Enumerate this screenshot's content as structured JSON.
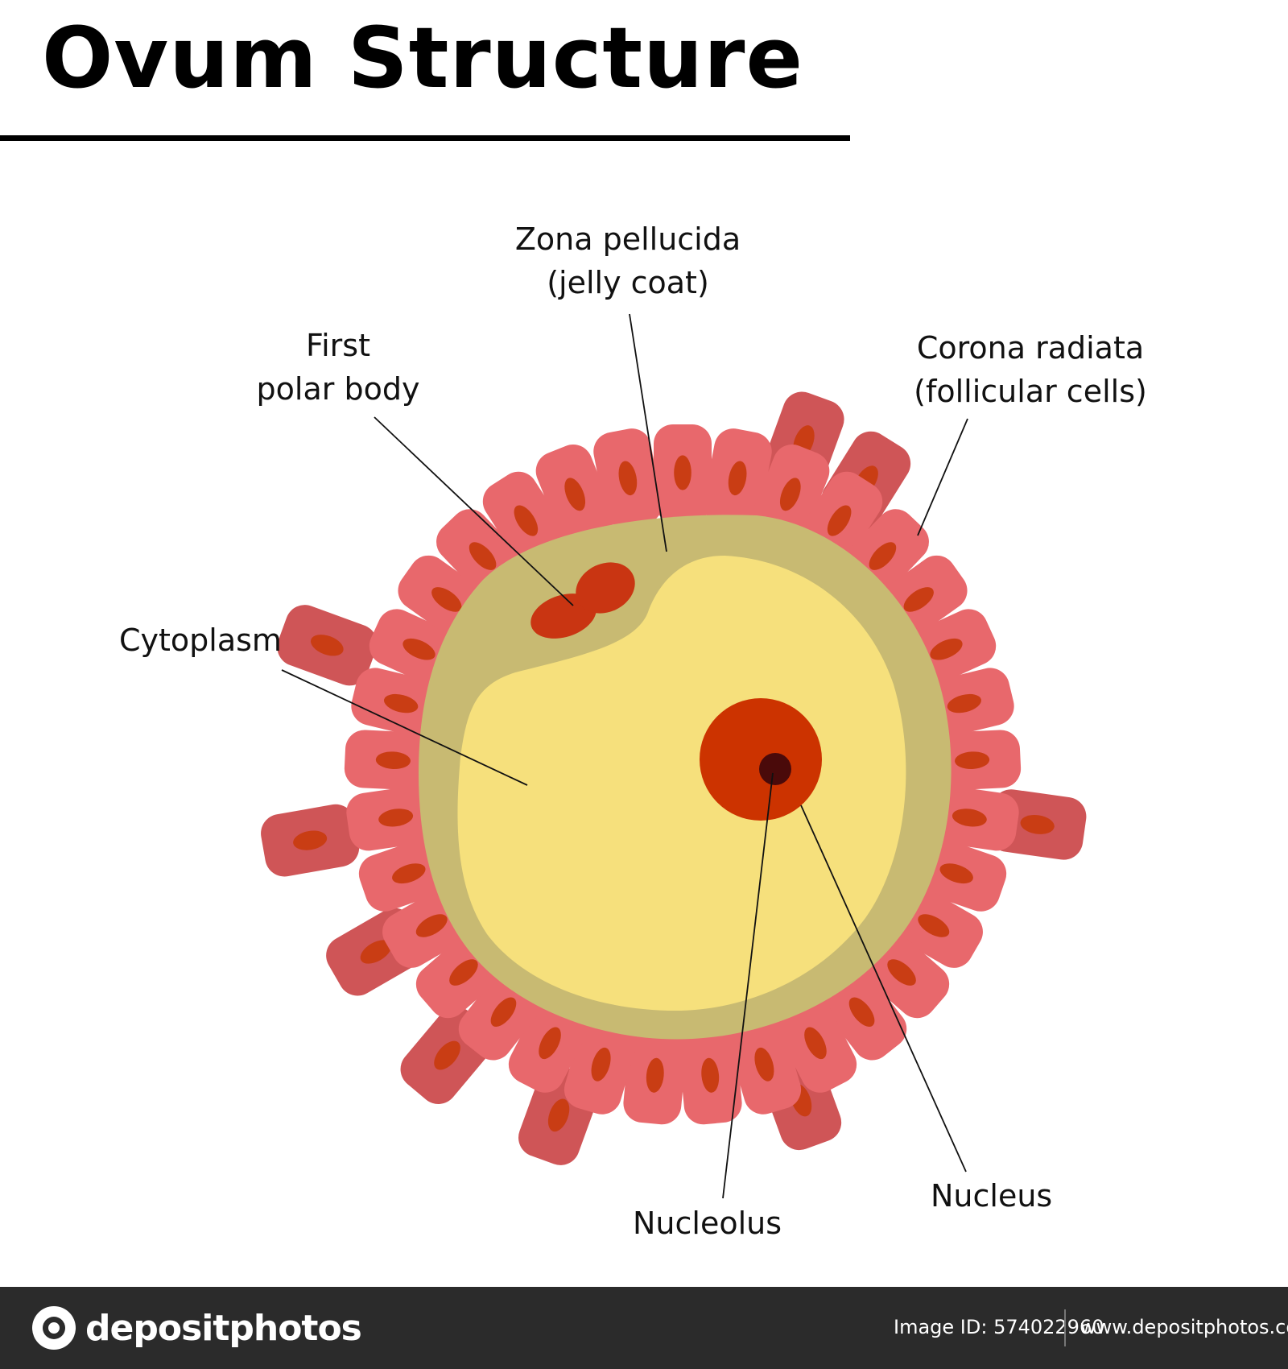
{
  "title": "Ovum Structure",
  "labels": {
    "zona_pellucida_1": "Zona pellucida",
    "zona_pellucida_2": "(jelly coat)",
    "polar_body_1": "First",
    "polar_body_2": "polar body",
    "corona_1": "Corona radiata",
    "corona_2": "(follicular cells)",
    "cytoplasm": "Cytoplasm",
    "nucleolus": "Nucleolus",
    "nucleus": "Nucleus"
  },
  "colors": {
    "follicle_cell": "#e8686c",
    "follicle_cell_back": "#cf5557",
    "follicle_nucleus": "#c93d14",
    "zona": "#c8ba72",
    "cytoplasm": "#f6e07c",
    "nucleus": "#cc3300",
    "nucleolus": "#4a0a0a",
    "polar_body": "#c93512"
  },
  "footer": {
    "brand": "depositphotos",
    "image_id": "Image ID: 574022960",
    "website": "www.depositphotos.com"
  }
}
